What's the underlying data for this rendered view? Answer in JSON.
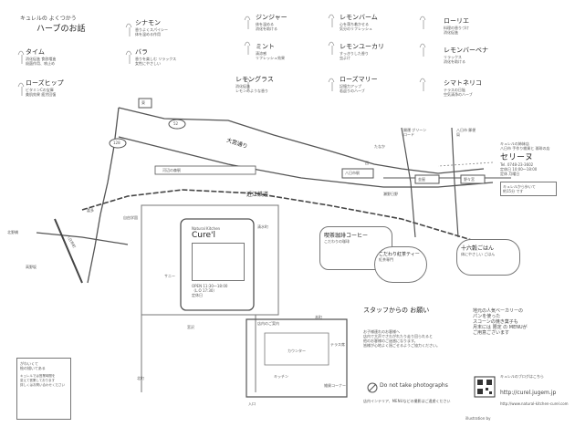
{
  "header": {
    "title_line1": "キュレルの よくつかう",
    "title_line2": "ハーブのお話"
  },
  "herbs": [
    {
      "name": "タイム",
      "desc": [
        "消化促進  食欲増進",
        "殺菌作用、咳止め"
      ]
    },
    {
      "name": "ローズヒップ",
      "desc": [
        "ビタミンCの宝庫",
        "美肌効果  疲労回復"
      ]
    },
    {
      "name": "シナモン",
      "desc": [
        "香りよくスパイシー",
        "体を温める作用"
      ]
    },
    {
      "name": "バラ",
      "desc": [
        "香りを楽しむ  リラックス",
        "女性にやさしい"
      ]
    },
    {
      "name": "ジンジャー",
      "desc": [
        "体を温める",
        "消化を助ける"
      ]
    },
    {
      "name": "ミント",
      "desc": [
        "清涼感",
        "リフレッシュ効果"
      ]
    },
    {
      "name": "レモングラス",
      "desc": [
        "消化促進",
        "レモンのような香り"
      ]
    },
    {
      "name": "レモンバーム",
      "desc": [
        "心を落ち着かせる",
        "気分のリフレッシュ"
      ]
    },
    {
      "name": "レモンユーカリ",
      "desc": [
        "すっきりした香り",
        "虫よけ"
      ]
    },
    {
      "name": "ローズマリー",
      "desc": [
        "記憶力アップ",
        "若返りのハーブ"
      ]
    },
    {
      "name": "ローリエ",
      "desc": [
        "料理の香りづけ",
        "消化促進"
      ]
    },
    {
      "name": "レモンバーベナ",
      "desc": [
        "リラックス",
        "消化を助ける"
      ]
    },
    {
      "name": "シマトネリコ",
      "desc": [
        "テラスの日陰",
        "空気清浄のハーブ"
      ]
    }
  ],
  "map": {
    "road_oomiya": "大宮通り",
    "route_52": "52",
    "route_128": "128",
    "kintetsu": "近江鉄道",
    "station_kawaragaoka": "河辺の森駅",
    "station_yokaichi": "八日市駅",
    "station_seno": "瀬野日野",
    "label_tanaka": "たなか",
    "label_kaiun": "開運 グリーン ロード",
    "label_yokaichi_yubin": "八日市 郵便局",
    "label_kinmei": "金屋",
    "label_nonogawa": "野々宮",
    "label_kono": "喜多",
    "label_higashi": "東",
    "label_nishi": "西",
    "label_miyazawa": "宮沢",
    "label_honmachi": "本町",
    "label_kitamachi": "北町",
    "label_kitahashi": "北野橋",
    "label_takanoshita": "高野坂",
    "label_jiyuugaoka": "自由学園",
    "label_yokaichi_cho": "八日市町",
    "label_sunny": "サニー",
    "label_seicho": "清水町"
  },
  "cafe": {
    "title_small": "Natural Kitchen",
    "title": "Cure'l",
    "open_time": "OPEN 11:30〜18:00",
    "lunch": "（L.O 17:30）",
    "closed": "定休日"
  },
  "serina": {
    "small": "キュレルの姉妹店",
    "line": "八日市 手作り雑貨と 珈琲の店",
    "name": "セリーヌ",
    "tel": "Tel. 0748-23-3602",
    "hours": "定休日 10:00〜18:00",
    "closed": "定休 月曜日",
    "note1": "キュレルから歩いて",
    "note2": "約15分 です"
  },
  "shops": {
    "coffee_title": "喫茶珈琲コーヒー",
    "coffee_sub": "こだわりの珈琲",
    "tea_title": "こだわり紅茶ティー",
    "tea_sub": "紅茶専門",
    "juniper_title": "十六穀ごはん",
    "juniper_sub": "体にやさしい ごはん"
  },
  "staff": {
    "title": "スタッフからの お願い",
    "p1": "お子様連れのお客様へ",
    "p2": "店内で大声でさわがれたり走り回られると",
    "p3": "他のお客様のご迷惑になります。",
    "p4": "皆様が心地よく過ごせるようご協力ください。",
    "photo": "Do not take photographs",
    "p5": "店内インテリア、MENUなどの撮影はご遠慮ください"
  },
  "right_note": {
    "l1": "地元の人気ベーカリーの",
    "l2": "パンを使った",
    "l3": "スコーンの焼き菓子も",
    "l4": "月末には 限定 の MENUが",
    "l5": "ご用意ございます"
  },
  "footer": {
    "blog_label": "キュレルのブログはこちら",
    "blog_url": "http://curel.jugem.jp",
    "site_url": "http://www.natural-kitchen-curel.com",
    "credit": "illustration by"
  },
  "left_bottom": {
    "l1": "がわいくて",
    "l2": "絵の描いてある",
    "l3": "キュレルでは営業時間を",
    "l4": "変えて営業しております",
    "l5": "詳しくはお問い合わせください"
  },
  "detail_map": {
    "label_table": "店内のご案内",
    "label_terrace": "テラス席",
    "label_kitchen": "キッチン",
    "label_counter": "カウンター",
    "label_shop": "雑貨コーナー",
    "label_entrance": "入口"
  },
  "colors": {
    "ink": "#333333",
    "paper": "#ffffff",
    "gray": "#777777"
  }
}
